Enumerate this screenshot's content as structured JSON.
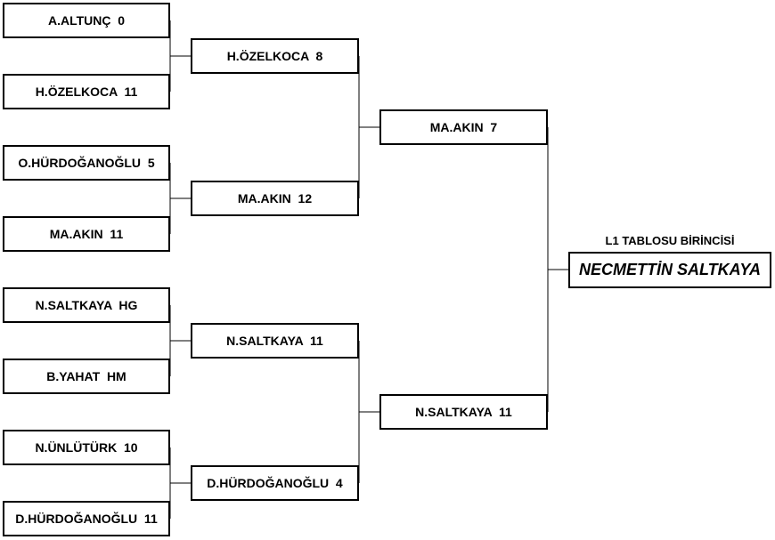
{
  "bracket": {
    "round1": [
      "A.ALTUNÇ  0",
      "H.ÖZELKOCA  11",
      "O.HÜRDOĞANOĞLU  5",
      "MA.AKIN  11",
      "N.SALTKAYA  HG",
      "B.YAHAT  HM",
      "N.ÜNLÜTÜRK  10",
      "D.HÜRDOĞANOĞLU  11"
    ],
    "round2": [
      "H.ÖZELKOCA  8",
      "MA.AKIN  12",
      "N.SALTKAYA  11",
      "D.HÜRDOĞANOĞLU  4"
    ],
    "round3": [
      "MA.AKIN  7",
      "N.SALTKAYA  11"
    ],
    "champion": {
      "label": "L1 TABLOSU BİRİNCİSİ",
      "name": "NECMETTİN SALTKAYA"
    }
  }
}
